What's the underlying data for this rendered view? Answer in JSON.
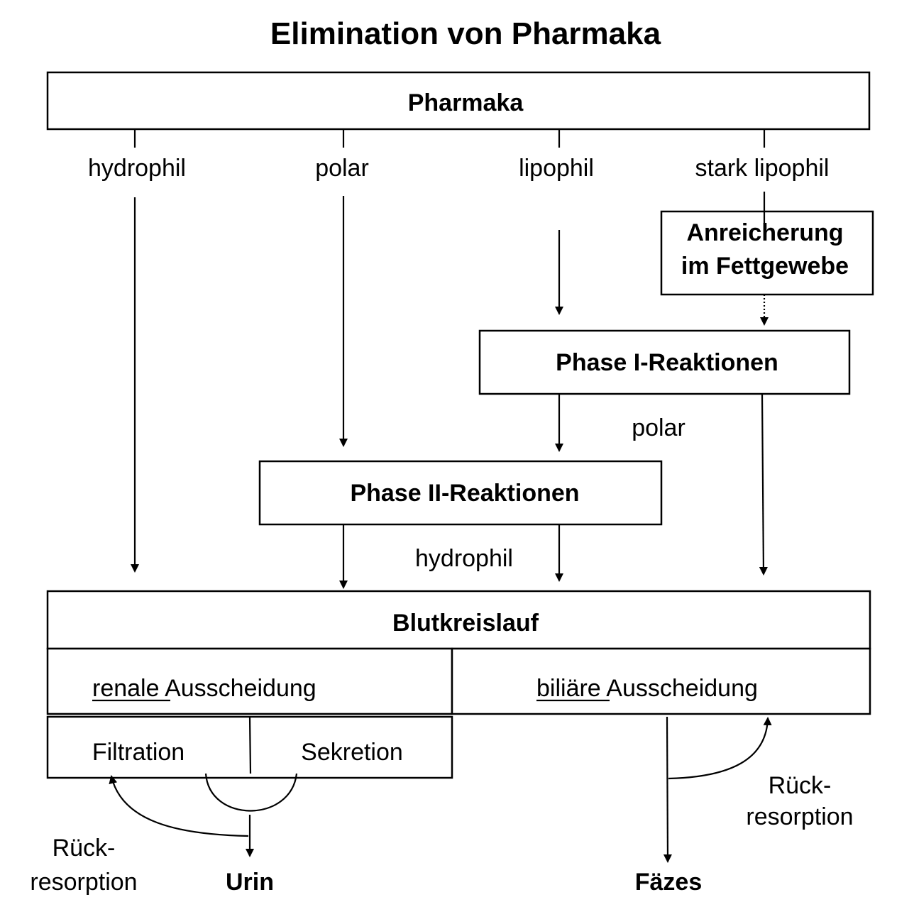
{
  "title": "Elimination von Pharmaka",
  "boxes": {
    "pharmaka": "Pharmaka",
    "anreicherung_line1": "Anreicherung",
    "anreicherung_line2": "im Fettgewebe",
    "phase1": "Phase I-Reaktionen",
    "phase2": "Phase II-Reaktionen",
    "blutkreislauf": "Blutkreislauf",
    "filtration": "Filtration",
    "sekretion": "Sekretion"
  },
  "properties": {
    "hydrophil": "hydrophil",
    "polar": "polar",
    "lipophil": "lipophil",
    "stark_lipophil": "stark lipophil",
    "polar_after_phase1": "polar",
    "hydrophil_after_phase2": "hydrophil"
  },
  "excretion": {
    "renal_prefix": "renale",
    "renal_suffix": " Ausscheidung",
    "biliary_prefix": "biliäre",
    "biliary_suffix": " Ausscheidung"
  },
  "reabsorption": {
    "left_line1": "Rück-",
    "left_line2": "resorption",
    "right_line1": "Rück-",
    "right_line2": "resorption"
  },
  "outputs": {
    "urin": "Urin",
    "faezes": "Fäzes"
  }
}
